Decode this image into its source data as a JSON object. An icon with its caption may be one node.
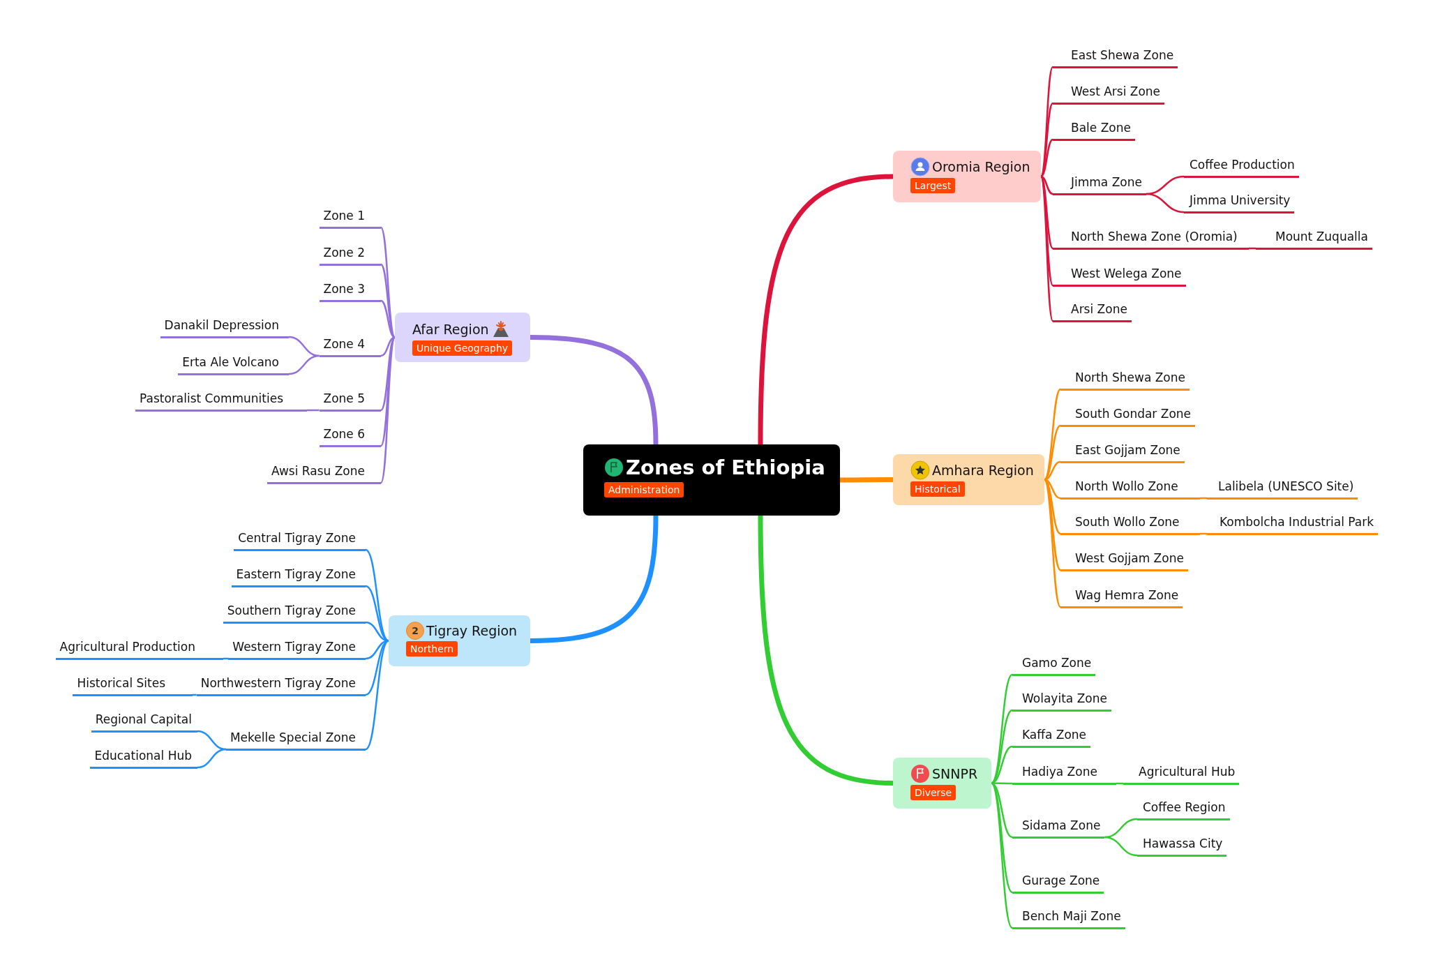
{
  "diagram": {
    "nodes": [
      {
        "text": [
          "Zones of Ethiopia",
          "Administration"
        ]
      },
      {
        "text": [
          "Afar Region",
          "Unique Geography"
        ]
      },
      {
        "text": [
          "Zone 1"
        ]
      },
      {
        "text": [
          "Zone 2"
        ]
      },
      {
        "text": [
          "Zone 3"
        ]
      },
      {
        "text": [
          "Zone 4"
        ]
      },
      {
        "text": [
          "Danakil Depression"
        ]
      },
      {
        "text": [
          "Erta Ale Volcano"
        ]
      },
      {
        "text": [
          "Zone 5"
        ]
      },
      {
        "text": [
          "Pastoralist Communities"
        ]
      },
      {
        "text": [
          "Zone 6"
        ]
      },
      {
        "text": [
          "Awsi Rasu Zone"
        ]
      },
      {
        "text": [
          "Oromia Region",
          "Largest"
        ]
      },
      {
        "text": [
          "East Shewa Zone"
        ]
      },
      {
        "text": [
          "West Arsi Zone"
        ]
      },
      {
        "text": [
          "Bale Zone"
        ]
      },
      {
        "text": [
          "Jimma Zone"
        ]
      },
      {
        "text": [
          "Coffee Production"
        ]
      },
      {
        "text": [
          "Jimma University"
        ]
      },
      {
        "text": [
          "North Shewa Zone (Oromia)"
        ]
      },
      {
        "text": [
          "Mount Zuqualla"
        ]
      },
      {
        "text": [
          "West Welega Zone"
        ]
      },
      {
        "text": [
          "Arsi Zone"
        ]
      },
      {
        "text": [
          "Amhara Region",
          "Historical"
        ]
      },
      {
        "text": [
          "North Shewa Zone"
        ]
      },
      {
        "text": [
          "South Gondar Zone"
        ]
      },
      {
        "text": [
          "East Gojjam Zone"
        ]
      },
      {
        "text": [
          "North Wollo Zone"
        ]
      },
      {
        "text": [
          "Lalibela (UNESCO Site)"
        ]
      },
      {
        "text": [
          "South Wollo Zone"
        ]
      },
      {
        "text": [
          "Kombolcha Industrial Park"
        ]
      },
      {
        "text": [
          "West Gojjam Zone"
        ]
      },
      {
        "text": [
          "Wag Hemra Zone"
        ]
      },
      {
        "text": [
          "2",
          "Tigray Region",
          "Northern"
        ]
      },
      {
        "text": [
          "Central Tigray Zone"
        ]
      },
      {
        "text": [
          "Eastern Tigray Zone"
        ]
      },
      {
        "text": [
          "Southern Tigray Zone"
        ]
      },
      {
        "text": [
          "Western Tigray Zone"
        ]
      },
      {
        "text": [
          "Agricultural Production"
        ]
      },
      {
        "text": [
          "Northwestern Tigray Zone"
        ]
      },
      {
        "text": [
          "Historical Sites"
        ]
      },
      {
        "text": [
          "Mekelle Special Zone"
        ]
      },
      {
        "text": [
          "Regional Capital"
        ]
      },
      {
        "text": [
          "Educational Hub"
        ]
      },
      {
        "text": [
          "SNNPR",
          "Diverse"
        ]
      },
      {
        "text": [
          "Gamo Zone"
        ]
      },
      {
        "text": [
          "Wolayita Zone"
        ]
      },
      {
        "text": [
          "Kaffa Zone"
        ]
      },
      {
        "text": [
          "Hadiya Zone"
        ]
      },
      {
        "text": [
          "Agricultural Hub"
        ]
      },
      {
        "text": [
          "Sidama Zone"
        ]
      },
      {
        "text": [
          "Coffee Region"
        ]
      },
      {
        "text": [
          "Hawassa City"
        ]
      },
      {
        "text": [
          "Gurage Zone"
        ]
      },
      {
        "text": [
          "Bench Maji Zone"
        ]
      }
    ],
    "edges": [
      {
        "from": 0,
        "to": 1,
        "arrow": "none",
        "style": "thick",
        "color": "#9370db"
      },
      {
        "from": 0,
        "to": 12,
        "arrow": "none",
        "style": "thick",
        "color": "#dc143c"
      },
      {
        "from": 0,
        "to": 23,
        "arrow": "none",
        "style": "thick",
        "color": "#ff8c00"
      },
      {
        "from": 0,
        "to": 33,
        "arrow": "none",
        "style": "thick",
        "color": "#1e90ff"
      },
      {
        "from": 0,
        "to": 44,
        "arrow": "none",
        "style": "thick",
        "color": "#32cd32"
      },
      {
        "from": 1,
        "to": 2,
        "arrow": "none",
        "color": "#9370db"
      },
      {
        "from": 1,
        "to": 3,
        "arrow": "none",
        "color": "#9370db"
      },
      {
        "from": 1,
        "to": 4,
        "arrow": "none",
        "color": "#9370db"
      },
      {
        "from": 1,
        "to": 5,
        "arrow": "none",
        "color": "#9370db"
      },
      {
        "from": 5,
        "to": 6,
        "arrow": "none",
        "color": "#9370db"
      },
      {
        "from": 5,
        "to": 7,
        "arrow": "none",
        "color": "#9370db"
      },
      {
        "from": 1,
        "to": 8,
        "arrow": "none",
        "color": "#9370db"
      },
      {
        "from": 8,
        "to": 9,
        "arrow": "none",
        "color": "#9370db"
      },
      {
        "from": 1,
        "to": 10,
        "arrow": "none",
        "color": "#9370db"
      },
      {
        "from": 1,
        "to": 11,
        "arrow": "none",
        "color": "#9370db"
      },
      {
        "from": 12,
        "to": 13,
        "arrow": "none",
        "color": "#dc143c"
      },
      {
        "from": 12,
        "to": 14,
        "arrow": "none",
        "color": "#dc143c"
      },
      {
        "from": 12,
        "to": 15,
        "arrow": "none",
        "color": "#dc143c"
      },
      {
        "from": 12,
        "to": 16,
        "arrow": "none",
        "color": "#dc143c"
      },
      {
        "from": 16,
        "to": 17,
        "arrow": "none",
        "color": "#dc143c"
      },
      {
        "from": 16,
        "to": 18,
        "arrow": "none",
        "color": "#dc143c"
      },
      {
        "from": 12,
        "to": 19,
        "arrow": "none",
        "color": "#dc143c"
      },
      {
        "from": 19,
        "to": 20,
        "arrow": "none",
        "color": "#dc143c"
      },
      {
        "from": 12,
        "to": 21,
        "arrow": "none",
        "color": "#dc143c"
      },
      {
        "from": 12,
        "to": 22,
        "arrow": "none",
        "color": "#dc143c"
      },
      {
        "from": 23,
        "to": 24,
        "arrow": "none",
        "color": "#ff8c00"
      },
      {
        "from": 23,
        "to": 25,
        "arrow": "none",
        "color": "#ff8c00"
      },
      {
        "from": 23,
        "to": 26,
        "arrow": "none",
        "color": "#ff8c00"
      },
      {
        "from": 23,
        "to": 27,
        "arrow": "none",
        "color": "#ff8c00"
      },
      {
        "from": 27,
        "to": 28,
        "arrow": "none",
        "color": "#ff8c00"
      },
      {
        "from": 23,
        "to": 29,
        "arrow": "none",
        "color": "#ff8c00"
      },
      {
        "from": 29,
        "to": 30,
        "arrow": "none",
        "color": "#ff8c00"
      },
      {
        "from": 23,
        "to": 31,
        "arrow": "none",
        "color": "#ff8c00"
      },
      {
        "from": 23,
        "to": 32,
        "arrow": "none",
        "color": "#ff8c00"
      },
      {
        "from": 33,
        "to": 34,
        "arrow": "none",
        "color": "#1e90ff"
      },
      {
        "from": 33,
        "to": 35,
        "arrow": "none",
        "color": "#1e90ff"
      },
      {
        "from": 33,
        "to": 36,
        "arrow": "none",
        "color": "#1e90ff"
      },
      {
        "from": 33,
        "to": 37,
        "arrow": "none",
        "color": "#1e90ff"
      },
      {
        "from": 37,
        "to": 38,
        "arrow": "none",
        "color": "#1e90ff"
      },
      {
        "from": 33,
        "to": 39,
        "arrow": "none",
        "color": "#1e90ff"
      },
      {
        "from": 39,
        "to": 40,
        "arrow": "none",
        "color": "#1e90ff"
      },
      {
        "from": 33,
        "to": 41,
        "arrow": "none",
        "color": "#1e90ff"
      },
      {
        "from": 41,
        "to": 42,
        "arrow": "none",
        "color": "#1e90ff"
      },
      {
        "from": 41,
        "to": 43,
        "arrow": "none",
        "color": "#1e90ff"
      },
      {
        "from": 44,
        "to": 45,
        "arrow": "none",
        "color": "#32cd32"
      },
      {
        "from": 44,
        "to": 46,
        "arrow": "none",
        "color": "#32cd32"
      },
      {
        "from": 44,
        "to": 47,
        "arrow": "none",
        "color": "#32cd32"
      },
      {
        "from": 44,
        "to": 48,
        "arrow": "none",
        "color": "#32cd32"
      },
      {
        "from": 48,
        "to": 49,
        "arrow": "none",
        "color": "#32cd32"
      },
      {
        "from": 44,
        "to": 50,
        "arrow": "none",
        "color": "#32cd32"
      },
      {
        "from": 50,
        "to": 51,
        "arrow": "none",
        "color": "#32cd32"
      },
      {
        "from": 50,
        "to": 52,
        "arrow": "none",
        "color": "#32cd32"
      },
      {
        "from": 44,
        "to": 53,
        "arrow": "none",
        "color": "#32cd32"
      },
      {
        "from": 44,
        "to": 54,
        "arrow": "none",
        "color": "#32cd32"
      }
    ]
  }
}
